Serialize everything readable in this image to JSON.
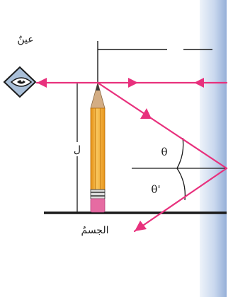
{
  "labels": {
    "eye": "عينٌ",
    "object": "الجسمُ",
    "length": "ل",
    "theta": "θ",
    "theta_prime": "θ'"
  },
  "colors": {
    "ray": "#e8317d",
    "mirror_light": "#dfe8f5",
    "mirror_dark": "#9fb7dd",
    "pencil_body": "#f5a623",
    "pencil_stripe": "#f8c45a",
    "pencil_wood": "#c9a27a",
    "pencil_band": "#1a1a1a",
    "pencil_eraser": "#e66ba2",
    "eye_fill": "#a9bfd8",
    "ink": "#1a1a1a"
  },
  "icons": {
    "eye": "eye-icon",
    "pencil": "pencil-icon",
    "mirror": "plane-mirror"
  }
}
